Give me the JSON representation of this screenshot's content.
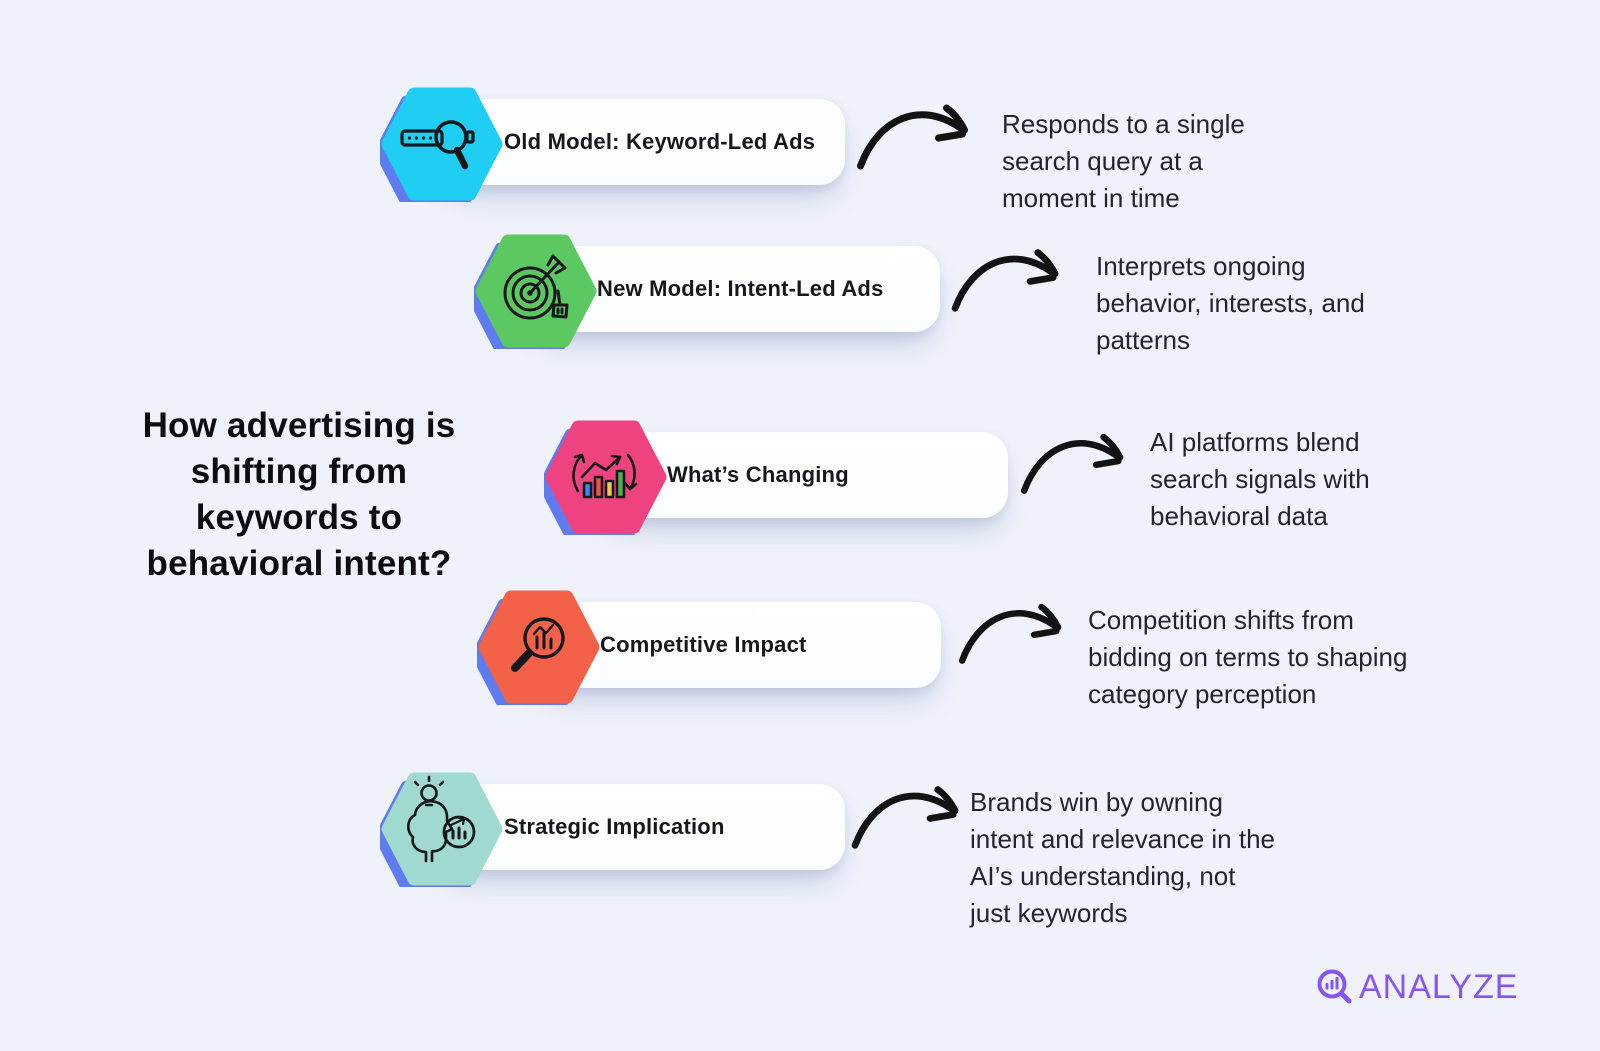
{
  "title": "How advertising is shifting from keywords to behavioral intent?",
  "rows": [
    {
      "label": "Old Model: Keyword-Led Ads",
      "description": "Responds to a single search query at a moment in time",
      "hex_color": "#1fcef2",
      "icon": "keyword-search-icon"
    },
    {
      "label": "New Model: Intent-Led Ads",
      "description": "Interprets ongoing behavior, interests, and patterns",
      "hex_color": "#5bc862",
      "icon": "target-dart-icon"
    },
    {
      "label": "What’s Changing",
      "description": "AI platforms blend search signals with behavioral data",
      "hex_color": "#ef4381",
      "icon": "chart-cycle-icon"
    },
    {
      "label": "Competitive Impact",
      "description": "Competition shifts from bidding on terms to shaping category perception",
      "hex_color": "#f26148",
      "icon": "magnifier-chart-icon"
    },
    {
      "label": "Strategic Implication",
      "description": "Brands win by owning intent and relevance in the AI’s understanding, not just keywords",
      "hex_color": "#9fd9cf",
      "icon": "mind-insight-icon"
    }
  ],
  "colors": {
    "background": "#eff2fb",
    "hex_shadow": "#5e7bf0",
    "arrow": "#131313",
    "icon_line": "#17181b",
    "chart_bars": [
      "#3d8bf2",
      "#e8534a",
      "#f2c94c",
      "#4caf50"
    ]
  },
  "brand": {
    "name": "ANALYZE",
    "color": "#8655f6"
  }
}
